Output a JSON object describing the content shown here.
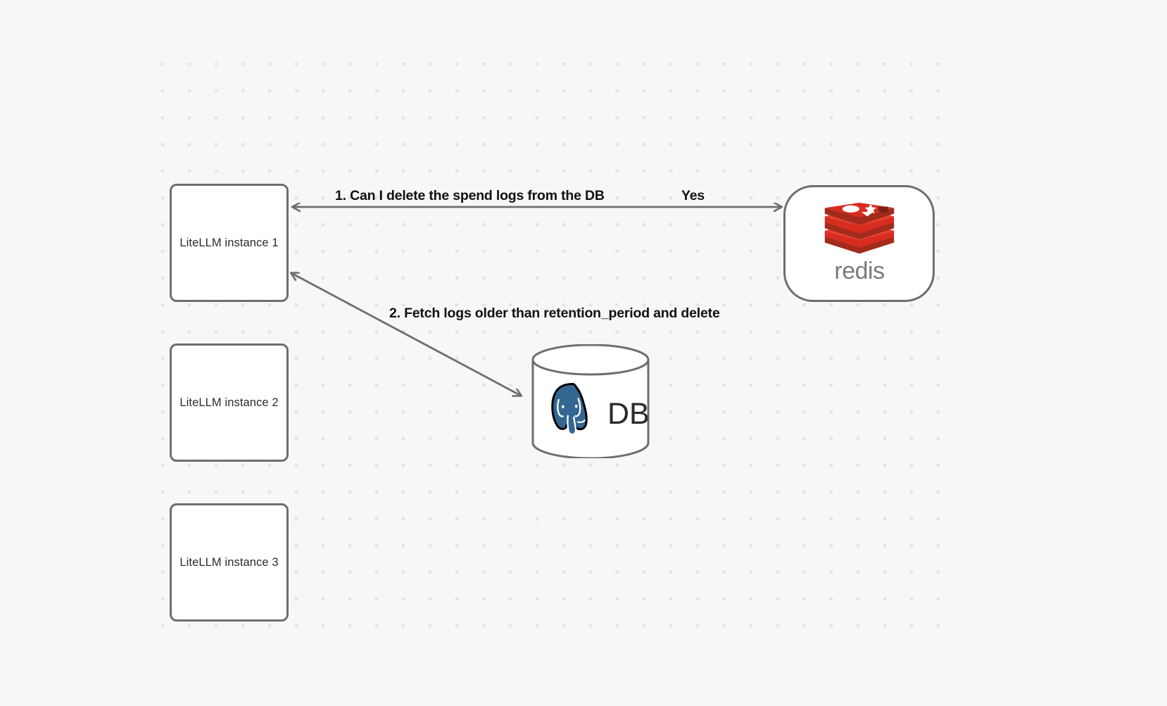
{
  "canvas": {
    "background_color": "#f7f7f7",
    "dot_color": "#e4e4e4",
    "edge_color": "#6e6e6e",
    "node_border_color": "#6e6e6e",
    "node_fill_color": "#ffffff"
  },
  "nodes": {
    "instance_1": {
      "label": "LiteLLM instance 1"
    },
    "instance_2": {
      "label": "LiteLLM instance 2"
    },
    "instance_3": {
      "label": "LiteLLM instance 3"
    },
    "redis": {
      "label": "redis",
      "brand_color": "#d82c20",
      "wordmark_color": "#7a7a7a"
    },
    "database": {
      "label": "DB",
      "logo_color": "#336791",
      "text_color": "#2b2b2b"
    }
  },
  "edges": {
    "edge_1": {
      "label": "1.  Can I delete the spend logs from the DB",
      "response_label": "Yes"
    },
    "edge_2": {
      "label": "2.  Fetch logs older than retention_period and delete"
    }
  }
}
